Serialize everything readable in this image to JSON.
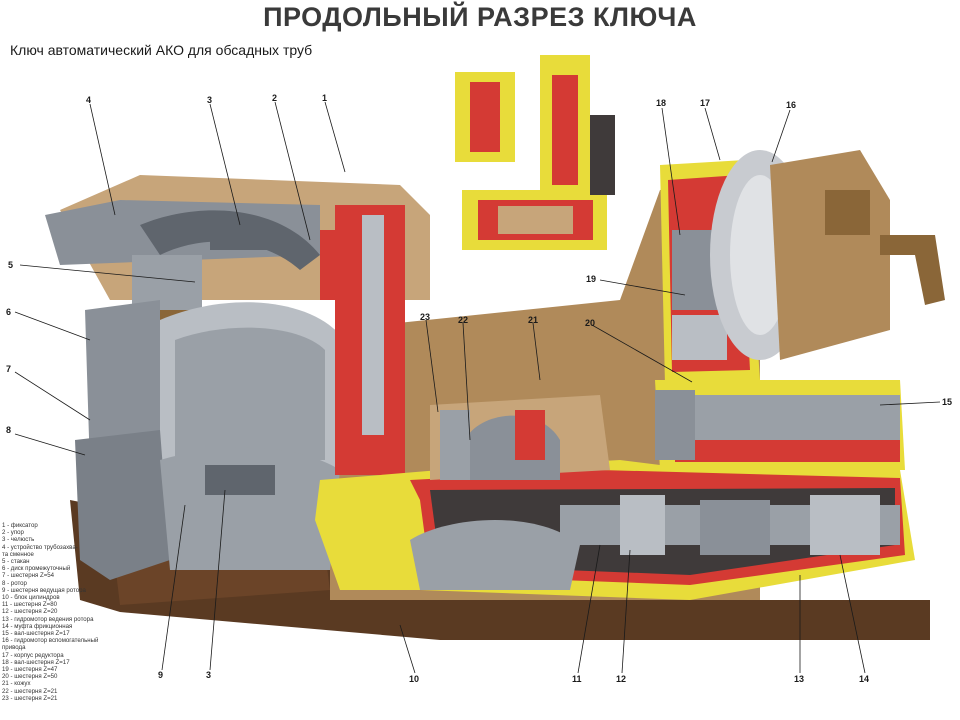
{
  "title": "ПРОДОЛЬНЫЙ РАЗРЕЗ КЛЮЧА",
  "subtitle": "Ключ автоматический АКО для обсадных труб",
  "callouts": [
    "1",
    "2",
    "3",
    "4",
    "5",
    "6",
    "7",
    "8",
    "9",
    "10",
    "11",
    "12",
    "13",
    "14",
    "15",
    "16",
    "17",
    "18",
    "19",
    "20",
    "21",
    "22",
    "23"
  ],
  "legend": [
    "1 - фиксатор",
    "2 - упор",
    "3 - челюсть",
    "4 - устройство трубозахва-",
    "та сменное",
    "5 - стакан",
    "6 - диск промежуточный",
    "7 - шестерня Z=54",
    "8 - ротор",
    "9 - шестерня ведущая ротора",
    "10 - блок цилиндров",
    "11 - шестерня Z=80",
    "12 - шестерня Z=20",
    "13 - гидромотор ведения ротора",
    "14 - муфта фрикционная",
    "15 - вал-шестерня Z=17",
    "16 - гидромотор вспомогательный",
    "привода",
    "17 - корпус редуктора",
    "18 - вал-шестерня Z=17",
    "19 - шестерня Z=47",
    "20 - шестерня Z=50",
    "21 - кожух",
    "22 - шестерня Z=21",
    "23 - шестерня Z=21"
  ],
  "colors": {
    "steel": "#8a9098",
    "steel_dark": "#5f656d",
    "steel_light": "#b9bec4",
    "bronze": "#b08a5a",
    "bronze_dark": "#8a6638",
    "red": "#d43a34",
    "yellow": "#e8dc3a",
    "base": "#5a3a22"
  }
}
